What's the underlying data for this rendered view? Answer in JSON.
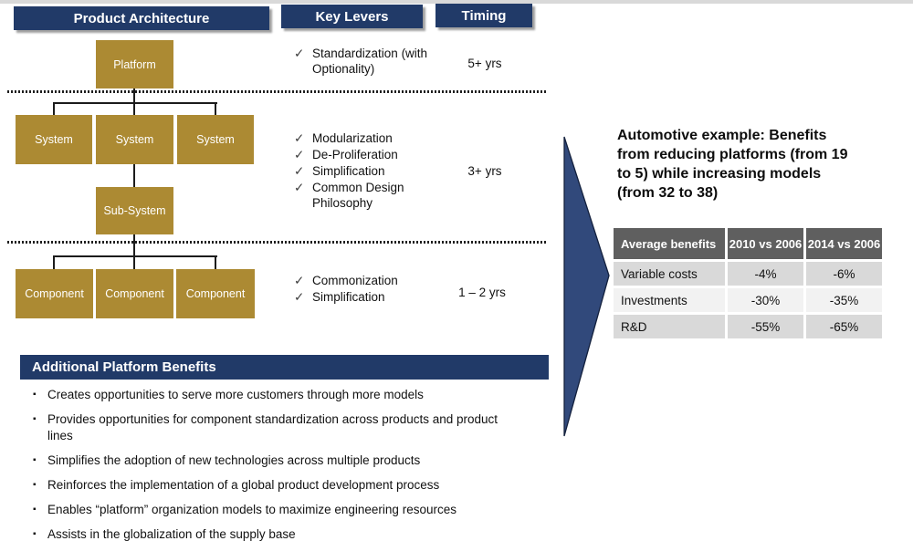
{
  "colors": {
    "navy": "#213a68",
    "gold": "#ac8a33",
    "arrow_fill": "#31497b",
    "table_header_bg": "#5f5f5f",
    "row_dark": "#d9d9d9",
    "row_light": "#f2f2f2"
  },
  "column_headers": {
    "product_architecture": "Product Architecture",
    "key_levers": "Key Levers",
    "timing": "Timing"
  },
  "tree": {
    "platform": "Platform",
    "systems": [
      "System",
      "System",
      "System"
    ],
    "sub_system": "Sub-System",
    "components": [
      "Component",
      "Component",
      "Component"
    ]
  },
  "levers": {
    "check_glyph": "✓",
    "groups": [
      {
        "items": [
          "Standardization (with Optionality)"
        ],
        "timing": "5+ yrs"
      },
      {
        "items": [
          "Modularization",
          "De-Proliferation",
          "Simplification",
          "Common Design Philosophy"
        ],
        "timing": "3+ yrs"
      },
      {
        "items": [
          "Commonization",
          "Simplification"
        ],
        "timing": "1 – 2 yrs"
      }
    ]
  },
  "benefits_panel": {
    "title": "Additional Platform Benefits",
    "bullet_glyph": "▪",
    "bullets": [
      "Creates opportunities to serve more customers through more models",
      "Provides opportunities for component standardization across products and product lines",
      "Simplifies the adoption of new technologies across multiple products",
      "Reinforces the implementation of a global product development process",
      "Enables “platform” organization models to maximize engineering resources",
      "Assists in the globalization of the supply base"
    ]
  },
  "example": {
    "title": "Automotive example:  Benefits\nfrom reducing platforms (from 19\nto 5) while increasing models\n(from 32 to 38)"
  },
  "chart_data": {
    "type": "table",
    "title": "Automotive example benefits",
    "columns": [
      "Average benefits",
      "2010 vs 2006",
      "2014 vs 2006"
    ],
    "rows": [
      [
        "Variable costs",
        "-4%",
        "-6%"
      ],
      [
        "Investments",
        "-30%",
        "-35%"
      ],
      [
        "R&D",
        "-55%",
        "-65%"
      ]
    ]
  }
}
